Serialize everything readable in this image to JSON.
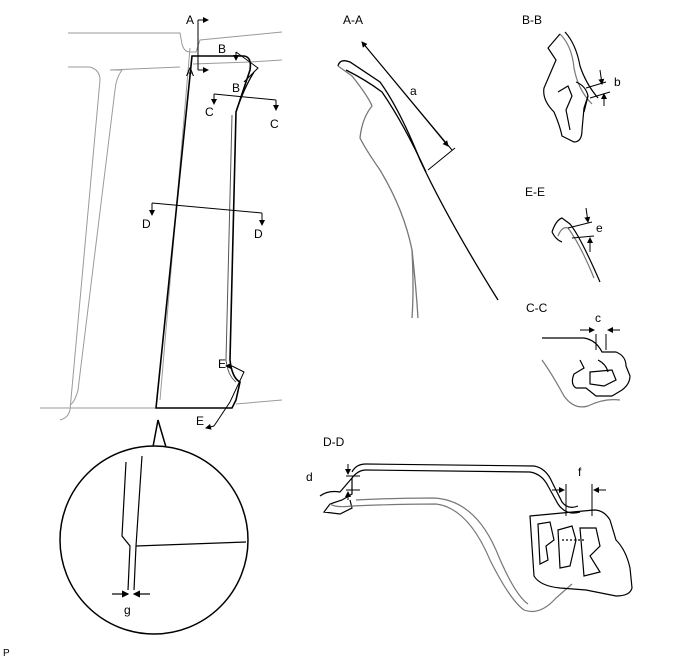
{
  "section_titles": {
    "aa": "A-A",
    "bb": "B-B",
    "ee": "E-E",
    "cc": "C-C",
    "dd": "D-D"
  },
  "cut_markers": {
    "a_top": "A",
    "a_bottom": "A",
    "b_left": "B",
    "b_right": "B",
    "c_left": "C",
    "c_right": "C",
    "d_left": "D",
    "d_right": "D",
    "e_top": "E",
    "e_bottom": "E"
  },
  "dimensions": {
    "a": "a",
    "b": "b",
    "c": "c",
    "d": "d",
    "e": "e",
    "f": "f",
    "g": "g"
  },
  "figure_code": "P",
  "colors": {
    "outline": "#000000",
    "body_line": "#9a9a9a"
  }
}
